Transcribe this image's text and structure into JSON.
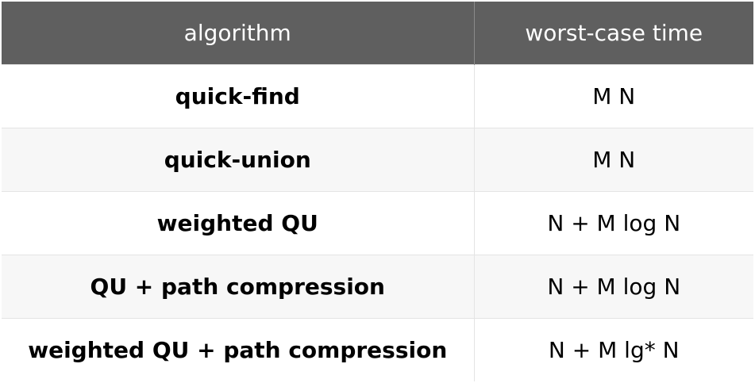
{
  "table": {
    "headers": {
      "algorithm": "algorithm",
      "time": "worst-case time"
    },
    "rows": [
      {
        "algorithm": "quick-find",
        "time": "M N"
      },
      {
        "algorithm": "quick-union",
        "time": "M N"
      },
      {
        "algorithm": "weighted QU",
        "time": "N + M log N"
      },
      {
        "algorithm": "QU + path compression",
        "time": "N + M log N"
      },
      {
        "algorithm": "weighted QU + path compression",
        "time": "N + M lg* N"
      }
    ]
  },
  "colors": {
    "header_bg": "#5f5f5f",
    "header_text": "#ffffff",
    "row_alt_bg": "#f7f7f7"
  }
}
